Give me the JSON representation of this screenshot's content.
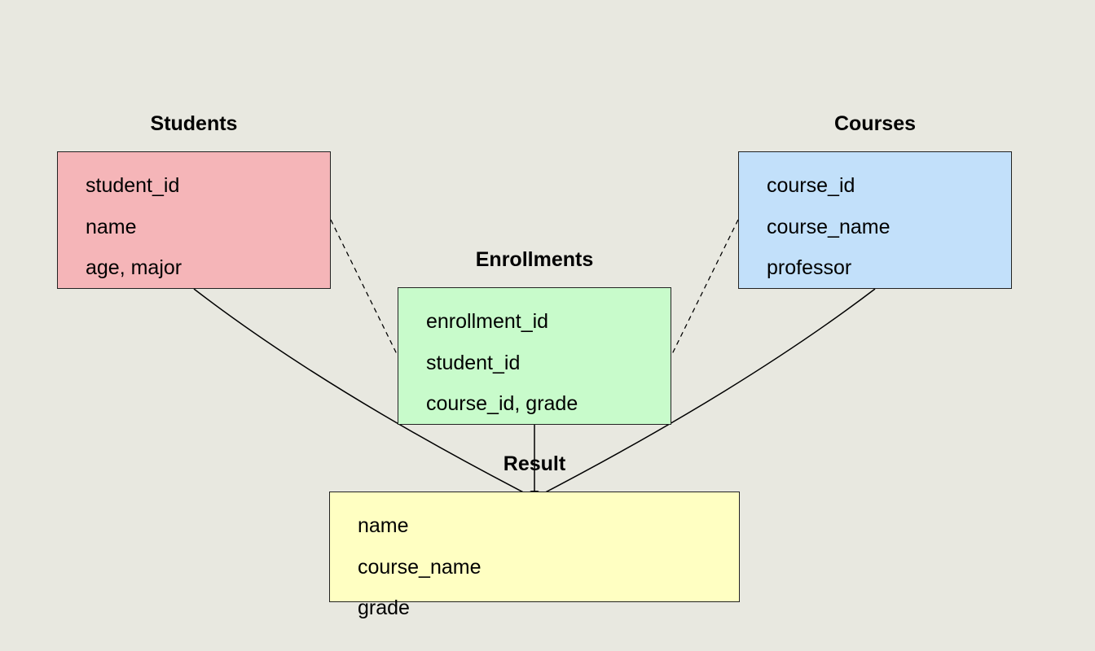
{
  "diagram": {
    "entities": {
      "students": {
        "title": "Students",
        "fields": [
          "student_id",
          "name",
          "age, major"
        ],
        "color": "#f5b5b8"
      },
      "courses": {
        "title": "Courses",
        "fields": [
          "course_id",
          "course_name",
          "professor"
        ],
        "color": "#c2e0fa"
      },
      "enrollments": {
        "title": "Enrollments",
        "fields": [
          "enrollment_id",
          "student_id",
          "course_id, grade"
        ],
        "color": "#c8fbcb"
      },
      "result": {
        "title": "Result",
        "fields": [
          "name",
          "course_name",
          "grade"
        ],
        "color": "#ffffc2"
      }
    },
    "relations": [
      {
        "from": "students",
        "to": "enrollments",
        "style": "dashed"
      },
      {
        "from": "courses",
        "to": "enrollments",
        "style": "dashed"
      },
      {
        "from": "students",
        "to": "result",
        "style": "solid-arrow"
      },
      {
        "from": "enrollments",
        "to": "result",
        "style": "solid-arrow"
      },
      {
        "from": "courses",
        "to": "result",
        "style": "solid-arrow"
      }
    ]
  }
}
